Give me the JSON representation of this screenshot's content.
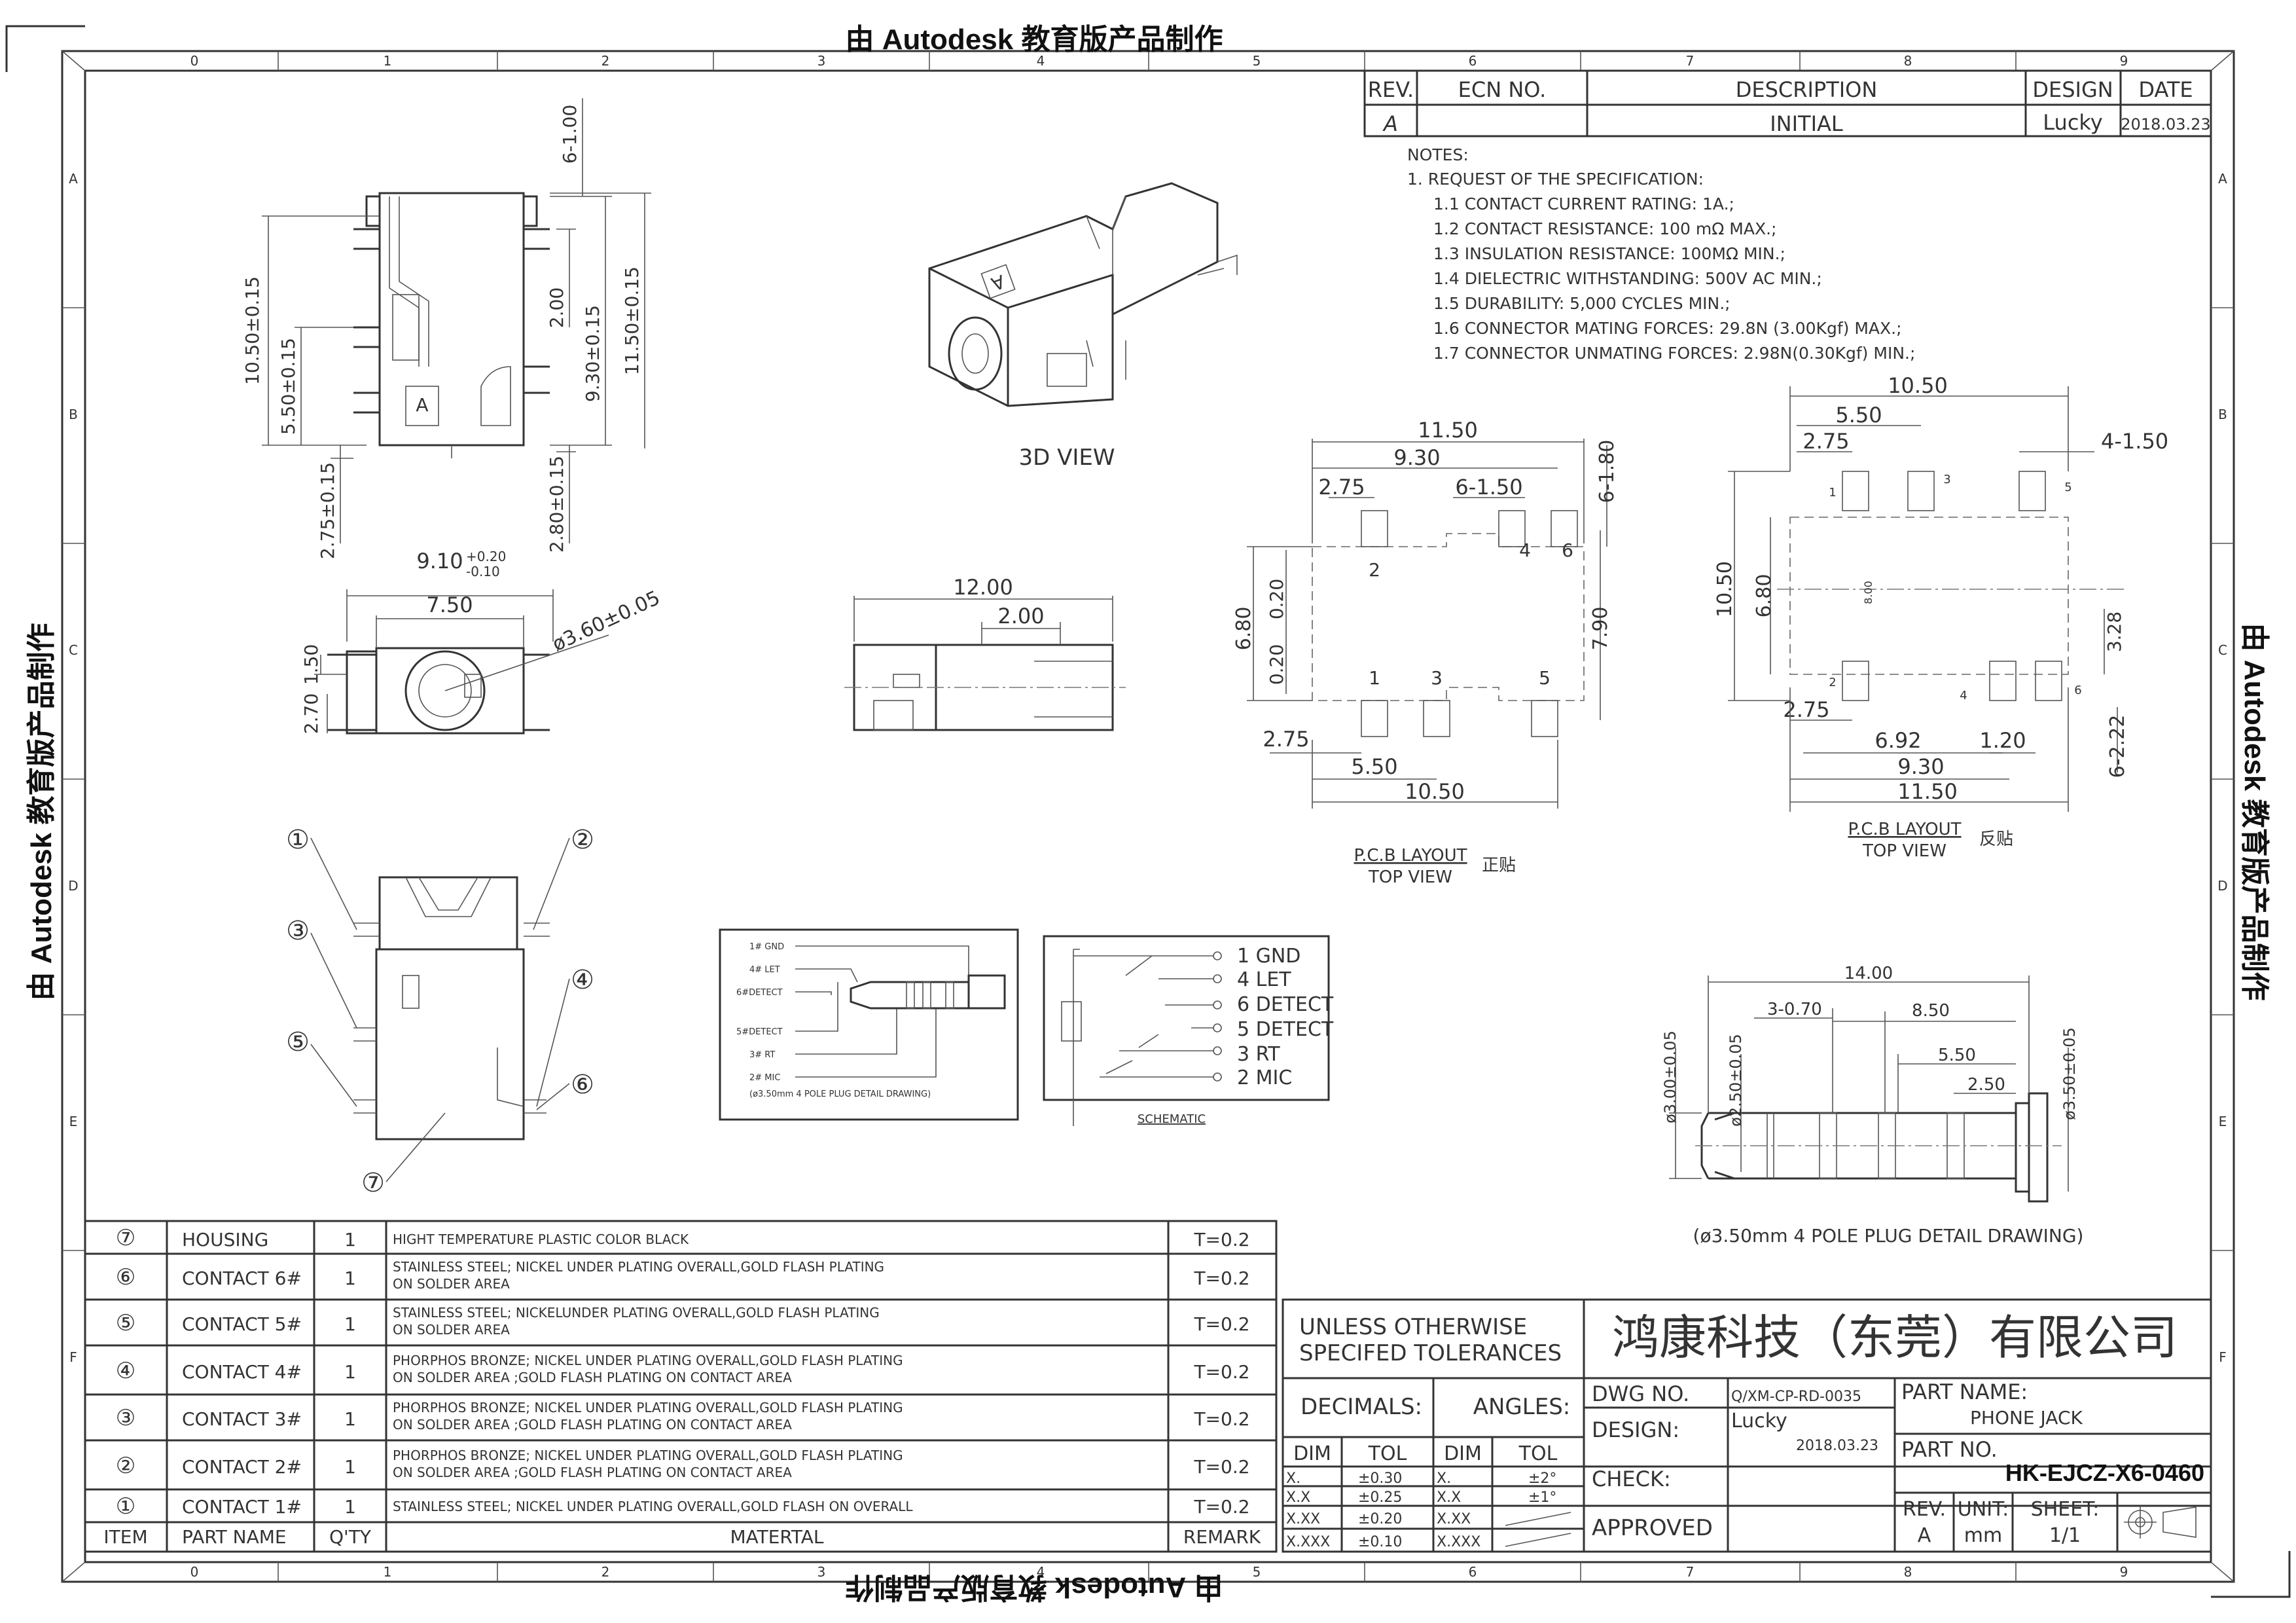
{
  "watermark": "由 Autodesk 教育版产品制作",
  "grid": {
    "columns": [
      "0",
      "1",
      "2",
      "3",
      "4",
      "5",
      "6",
      "7",
      "8",
      "9"
    ],
    "rows": [
      "A",
      "B",
      "C",
      "D",
      "E",
      "F"
    ]
  },
  "revision_table": {
    "headers": [
      "REV.",
      "ECN NO.",
      "DESCRIPTION",
      "DESIGN",
      "DATE"
    ],
    "row": [
      "A",
      "",
      "INITIAL",
      "Lucky",
      "2018.03.23"
    ]
  },
  "notes": [
    "NOTES:",
    "1. REQUEST OF THE SPECIFICATION:",
    "1.1 CONTACT CURRENT RATING: 1A.;",
    "1.2 CONTACT RESISTANCE: 100 mΩ MAX.;",
    "1.3 INSULATION RESISTANCE: 100MΩ MIN.;",
    "1.4 DIELECTRIC WITHSTANDING: 500V AC MIN.;",
    "1.5 DURABILITY: 5,000 CYCLES MIN.;",
    "1.6 CONNECTOR MATING FORCES: 29.8N (3.00Kgf) MAX.;",
    "1.7 CONNECTOR UNMATING FORCES: 2.98N(0.30Kgf) MIN.;"
  ],
  "views": {
    "view3d": "3D VIEW",
    "pcb_top_title": "P.C.B LAYOUT",
    "pcb_top_sub": "TOP VIEW",
    "pcb_top_side": "正贴",
    "pcb_rev_title": "P.C.B LAYOUT",
    "pcb_rev_sub": "TOP VIEW",
    "pcb_rev_side": "反贴",
    "schematic": "SCHEMATIC",
    "plug_caption": "(ø3.50mm 4 POLE PLUG DETAIL DRAWING)",
    "plug_caption_small": "(ø3.50mm 4 POLE PLUG DETAIL DRAWING)"
  },
  "dims": {
    "front_top_a": "6-1.00",
    "front_left_a": "10.50±0.15",
    "front_left_b": "5.50±0.15",
    "front_right_a": "2.00",
    "front_right_b": "9.30±0.15",
    "front_right_c": "11.50±0.15",
    "front_bottom_a": "2.75±0.15",
    "front_bottom_b": "2.80±0.15",
    "side_top_a": "9.10",
    "side_top_tol_up": "+0.20",
    "side_top_tol_dn": "-0.10",
    "side_top_b": "7.50",
    "side_dia": "ø3.60±0.05",
    "side_left_a": "1.50",
    "side_left_b": "2.70",
    "top_a": "12.00",
    "top_b": "2.00",
    "pcbt_a": "11.50",
    "pcbt_b": "9.30",
    "pcbt_c": "2.75",
    "pcbt_d": "6-1.50",
    "pcbt_e": "6-1.80",
    "pcbt_f": "6.80",
    "pcbt_g": "0.20",
    "pcbt_h": "0.20",
    "pcbt_i": "7.90",
    "pcbt_j": "2.75",
    "pcbt_k": "5.50",
    "pcbt_l": "10.50",
    "pcbr_a": "10.50",
    "pcbr_b": "5.50",
    "pcbr_c": "2.75",
    "pcbr_d": "4-1.50",
    "pcbr_e": "10.50",
    "pcbr_f": "6.80",
    "pcbr_g": "8.00",
    "pcbr_h": "3.28",
    "pcbr_i": "2.75",
    "pcbr_j": "6.92",
    "pcbr_k": "1.20",
    "pcbr_l": "9.30",
    "pcbr_m": "11.50",
    "pcbr_n": "6-2.22",
    "plug_a": "14.00",
    "plug_b": "3-0.70",
    "plug_c": "8.50",
    "plug_d": "5.50",
    "plug_e": "2.50",
    "plug_f": "ø3.00±0.05",
    "plug_g": "ø2.50±0.05",
    "plug_h": "ø3.50±0.05"
  },
  "pins": {
    "top": [
      "2",
      "4",
      "6",
      "1",
      "3",
      "5"
    ],
    "rev": [
      "1",
      "3",
      "5",
      "2",
      "4",
      "6"
    ]
  },
  "balloons": [
    "①",
    "②",
    "③",
    "④",
    "⑤",
    "⑥",
    "⑦"
  ],
  "plug_labels": [
    "1# GND",
    "4# LET",
    "6#DETECT",
    "5#DETECT",
    "3# RT",
    "2# MIC"
  ],
  "schematic_labels": [
    "1 GND",
    "4 LET",
    "6 DETECT",
    "5 DETECT",
    "3 RT",
    "2 MIC"
  ],
  "bom": {
    "headers": [
      "ITEM",
      "PART NAME",
      "Q'TY",
      "MATERTAL",
      "REMARK"
    ],
    "rows": [
      {
        "item": "⑦",
        "name": "HOUSING",
        "qty": "1",
        "material": [
          "HIGHT TEMPERATURE PLASTIC  COLOR BLACK"
        ],
        "remark": "T=0.2"
      },
      {
        "item": "⑥",
        "name": "CONTACT 6#",
        "qty": "1",
        "material": [
          "STAINLESS STEEL; NICKEL UNDER PLATING OVERALL,GOLD FLASH PLATING",
          "ON SOLDER AREA"
        ],
        "remark": "T=0.2"
      },
      {
        "item": "⑤",
        "name": "CONTACT 5#",
        "qty": "1",
        "material": [
          "STAINLESS STEEL; NICKELUNDER PLATING OVERALL,GOLD FLASH PLATING",
          "ON SOLDER AREA"
        ],
        "remark": "T=0.2"
      },
      {
        "item": "④",
        "name": "CONTACT 4#",
        "qty": "1",
        "material": [
          "PHORPHOS BRONZE; NICKEL UNDER PLATING OVERALL,GOLD FLASH PLATING",
          "ON SOLDER AREA ;GOLD FLASH PLATING ON CONTACT AREA"
        ],
        "remark": "T=0.2"
      },
      {
        "item": "③",
        "name": "CONTACT 3#",
        "qty": "1",
        "material": [
          "PHORPHOS BRONZE; NICKEL UNDER PLATING OVERALL,GOLD FLASH PLATING",
          "ON SOLDER AREA ;GOLD FLASH PLATING ON CONTACT AREA"
        ],
        "remark": "T=0.2"
      },
      {
        "item": "②",
        "name": "CONTACT 2#",
        "qty": "1",
        "material": [
          "PHORPHOS BRONZE; NICKEL UNDER PLATING OVERALL,GOLD FLASH PLATING",
          "ON SOLDER AREA ;GOLD FLASH PLATING ON CONTACT AREA"
        ],
        "remark": "T=0.2"
      },
      {
        "item": "①",
        "name": "CONTACT 1#",
        "qty": "1",
        "material": [
          "STAINLESS STEEL; NICKEL UNDER PLATING OVERALL,GOLD FLASH ON OVERALL"
        ],
        "remark": "T=0.2"
      }
    ]
  },
  "title_block": {
    "tolerance_title_1": "UNLESS OTHERWISE",
    "tolerance_title_2": "SPECIFED TOLERANCES",
    "company": "鸿康科技（东莞）有限公司",
    "decimals": "DECIMALS:",
    "angles": "ANGLES:",
    "dim": "DIM",
    "tol": "TOL",
    "dec_rows": [
      [
        "X.",
        "±0.30"
      ],
      [
        "X.X",
        "±0.25"
      ],
      [
        "X.XX",
        "±0.20"
      ],
      [
        "X.XXX",
        "±0.10"
      ]
    ],
    "ang_rows": [
      [
        "X.",
        "±2°"
      ],
      [
        "X.X",
        "±1°"
      ],
      [
        "X.XX",
        ""
      ],
      [
        "X.XXX",
        ""
      ]
    ],
    "dwg_no_label": "DWG NO.",
    "dwg_no": "Q/XM-CP-RD-0035",
    "design_label": "DESIGN:",
    "design": "Lucky",
    "design_date": "2018.03.23",
    "check_label": "CHECK:",
    "approved_label": "APPROVED",
    "part_name_label": "PART NAME:",
    "part_name": "PHONE JACK",
    "part_no_label": "PART NO.",
    "part_no": "HK-EJCZ-X6-0460",
    "rev_label": "REV.",
    "rev": "A",
    "unit_label": "UNIT:",
    "unit": "mm",
    "sheet_label": "SHEET:",
    "sheet": "1/1"
  }
}
